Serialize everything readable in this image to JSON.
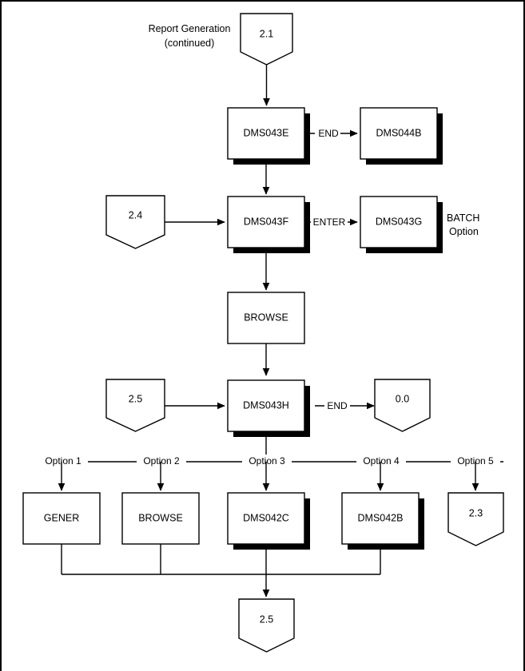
{
  "diagram": {
    "title_caption": {
      "line1": "Report Generation",
      "line2": "(continued)"
    },
    "annotation_batch": {
      "line1": "BATCH",
      "line2": "Option"
    },
    "nodes": {
      "start_21": "2.1",
      "dms043e": "DMS043E",
      "dms044b": "DMS044B",
      "ref_24": "2.4",
      "dms043f": "DMS043F",
      "dms043g": "DMS043G",
      "browse_top": "BROWSE",
      "ref_25_left": "2.5",
      "dms043h": "DMS043H",
      "ref_00": "0.0",
      "gener": "GENER",
      "browse_bottom": "BROWSE",
      "dms042c": "DMS042C",
      "dms042b": "DMS042B",
      "ref_23": "2.3",
      "ref_25_bottom": "2.5"
    },
    "edge_labels": {
      "end_top": "END",
      "enter": "ENTER",
      "end_bottom": "END",
      "option1": "Option 1",
      "option2": "Option 2",
      "option3": "Option 3",
      "option4": "Option 4",
      "option5": "Option 5"
    },
    "colors": {
      "stroke": "#000000",
      "fill": "#ffffff",
      "shadow": "#000000"
    }
  }
}
